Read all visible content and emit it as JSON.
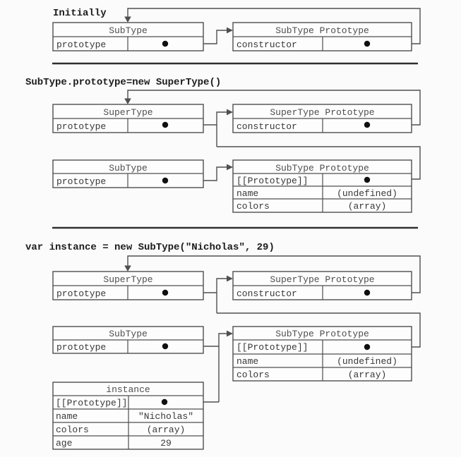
{
  "sections": [
    {
      "title": "Initially",
      "boxes": [
        {
          "name": "SubType",
          "rows": [
            {
              "key": "prototype",
              "value": ""
            }
          ]
        },
        {
          "name": "SubType Prototype",
          "rows": [
            {
              "key": "constructor",
              "value": ""
            }
          ]
        }
      ]
    },
    {
      "title": "SubType.prototype=new SuperType()",
      "boxes": [
        {
          "name": "SuperType",
          "rows": [
            {
              "key": "prototype",
              "value": ""
            }
          ]
        },
        {
          "name": "SuperType Prototype",
          "rows": [
            {
              "key": "constructor",
              "value": ""
            }
          ]
        },
        {
          "name": "SubType",
          "rows": [
            {
              "key": "prototype",
              "value": ""
            }
          ]
        },
        {
          "name": "SubType Prototype",
          "rows": [
            {
              "key": "[[Prototype]]",
              "value": ""
            },
            {
              "key": "name",
              "value": "(undefined)"
            },
            {
              "key": "colors",
              "value": "(array)"
            }
          ]
        }
      ]
    },
    {
      "title": "var instance = new SubType(\"Nicholas\", 29)",
      "boxes": [
        {
          "name": "SuperType",
          "rows": [
            {
              "key": "prototype",
              "value": ""
            }
          ]
        },
        {
          "name": "SuperType Prototype",
          "rows": [
            {
              "key": "constructor",
              "value": ""
            }
          ]
        },
        {
          "name": "SubType",
          "rows": [
            {
              "key": "prototype",
              "value": ""
            }
          ]
        },
        {
          "name": "SubType Prototype",
          "rows": [
            {
              "key": "[[Prototype]]",
              "value": ""
            },
            {
              "key": "name",
              "value": "(undefined)"
            },
            {
              "key": "colors",
              "value": "(array)"
            }
          ]
        },
        {
          "name": "instance",
          "rows": [
            {
              "key": "[[Prototype]]",
              "value": ""
            },
            {
              "key": "name",
              "value": "\"Nicholas\""
            },
            {
              "key": "colors",
              "value": "(array)"
            },
            {
              "key": "age",
              "value": "29"
            }
          ]
        }
      ]
    }
  ],
  "colors": {
    "line": "#4f4f4f",
    "box_border": "#4f4f4f",
    "box_fill": "#fdfdfd",
    "text": "#383838",
    "title_text": "#4e4e4e",
    "heading_text": "#1c1c1c",
    "dot": "#101010",
    "separator": "#303030",
    "background": "#fbfbfb"
  }
}
